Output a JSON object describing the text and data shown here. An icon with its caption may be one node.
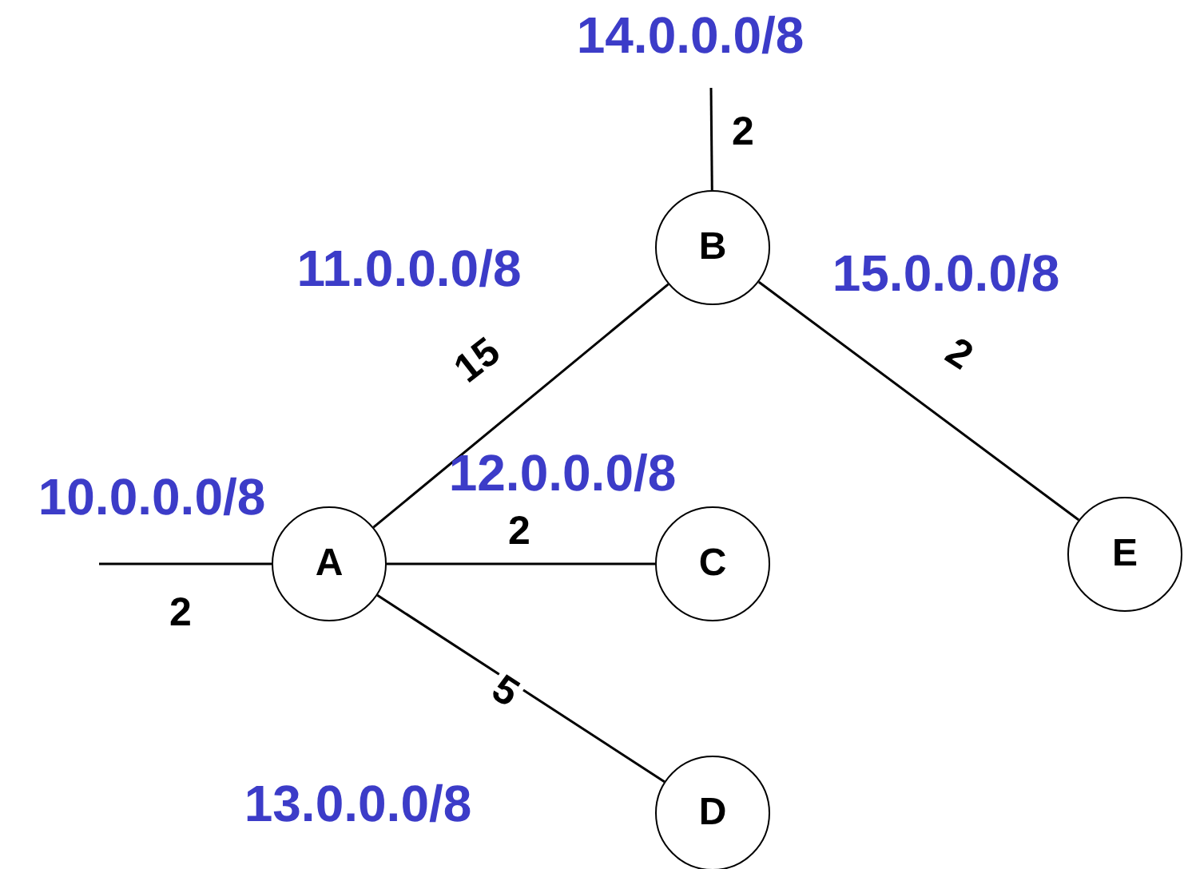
{
  "diagram": {
    "nodes": [
      {
        "text": [
          "A"
        ]
      },
      {
        "text": [
          "B"
        ]
      },
      {
        "text": [
          "C"
        ]
      },
      {
        "text": [
          "D"
        ]
      },
      {
        "text": [
          "E"
        ]
      }
    ],
    "edges": [
      {
        "from": null,
        "to": 0,
        "arrow": "none",
        "label": "2"
      },
      {
        "from": 0,
        "to": 1,
        "arrow": "none",
        "label": "15"
      },
      {
        "from": 0,
        "to": 2,
        "arrow": "none",
        "label": "2"
      },
      {
        "from": 0,
        "to": 3,
        "arrow": "none",
        "label": "5"
      },
      {
        "from": 1,
        "to": null,
        "arrow": "none",
        "label": "2"
      },
      {
        "from": 1,
        "to": 4,
        "arrow": "none",
        "label": "2"
      }
    ],
    "labels": [
      "14.0.0.0/8",
      "11.0.0.0/8",
      "15.0.0.0/8",
      "10.0.0.0/8",
      "12.0.0.0/8",
      "13.0.0.0/8"
    ]
  }
}
